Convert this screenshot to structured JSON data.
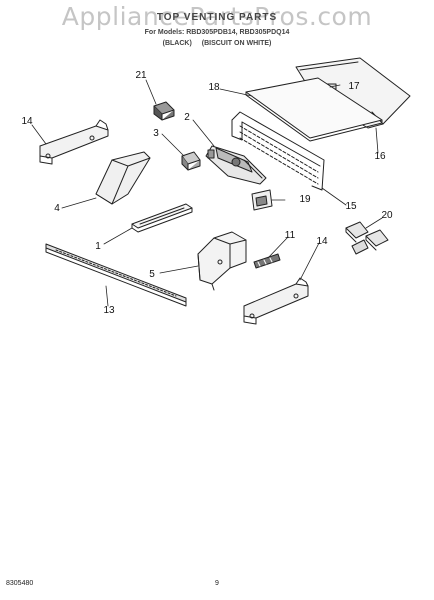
{
  "header": {
    "watermark": "AppliancePartsPros.com",
    "title": "TOP VENTING PARTS",
    "models_line": "For Models: RBD305PDB14, RBD305PDQ14",
    "color_black": "(BLACK)",
    "color_white": "(BISCUIT ON WHITE)"
  },
  "footer": {
    "code": "8305480",
    "page": "9"
  },
  "callouts": [
    {
      "id": "21",
      "label": "21"
    },
    {
      "id": "18",
      "label": "18"
    },
    {
      "id": "17",
      "label": "17"
    },
    {
      "id": "14a",
      "label": "14"
    },
    {
      "id": "3",
      "label": "3"
    },
    {
      "id": "2",
      "label": "2"
    },
    {
      "id": "16",
      "label": "16"
    },
    {
      "id": "4",
      "label": "4"
    },
    {
      "id": "19",
      "label": "19"
    },
    {
      "id": "15",
      "label": "15"
    },
    {
      "id": "20",
      "label": "20"
    },
    {
      "id": "1",
      "label": "1"
    },
    {
      "id": "11",
      "label": "11"
    },
    {
      "id": "14b",
      "label": "14"
    },
    {
      "id": "5",
      "label": "5"
    },
    {
      "id": "13",
      "label": "13"
    }
  ]
}
